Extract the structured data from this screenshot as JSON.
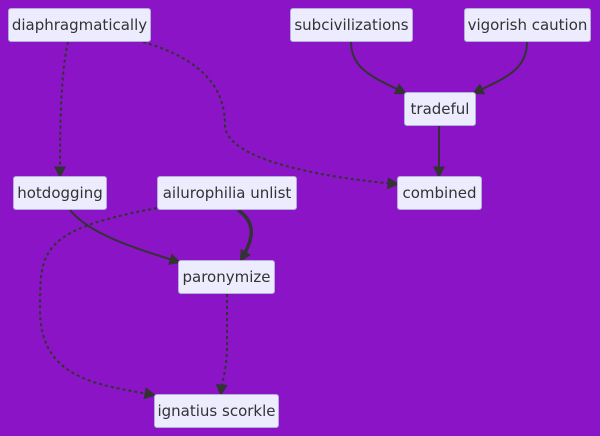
{
  "colors": {
    "background": "#8a14c6",
    "node_fill": "#ececfe",
    "node_border": "#b3aed9",
    "node_text": "#333333",
    "edge": "#333333"
  },
  "nodes": {
    "diaphragmatically": "diaphragmatically",
    "subcivilizations": "subcivilizations",
    "vigorish_caution": "vigorish caution",
    "tradeful": "tradeful",
    "hotdogging": "hotdogging",
    "ailurophilia_unlist": "ailurophilia unlist",
    "combined": "combined",
    "paronymize": "paronymize",
    "ignatius_scorkle": "ignatius scorkle"
  },
  "edges": [
    {
      "from": "diaphragmatically",
      "to": "hotdogging",
      "style": "dotted"
    },
    {
      "from": "diaphragmatically",
      "to": "combined",
      "style": "dotted"
    },
    {
      "from": "subcivilizations",
      "to": "tradeful",
      "style": "solid"
    },
    {
      "from": "vigorish_caution",
      "to": "tradeful",
      "style": "solid"
    },
    {
      "from": "tradeful",
      "to": "combined",
      "style": "solid"
    },
    {
      "from": "hotdogging",
      "to": "paronymize",
      "style": "solid"
    },
    {
      "from": "ailurophilia_unlist",
      "to": "paronymize",
      "style": "thick"
    },
    {
      "from": "ailurophilia_unlist",
      "to": "ignatius_scorkle",
      "style": "dotted"
    },
    {
      "from": "paronymize",
      "to": "ignatius_scorkle",
      "style": "dotted"
    }
  ]
}
